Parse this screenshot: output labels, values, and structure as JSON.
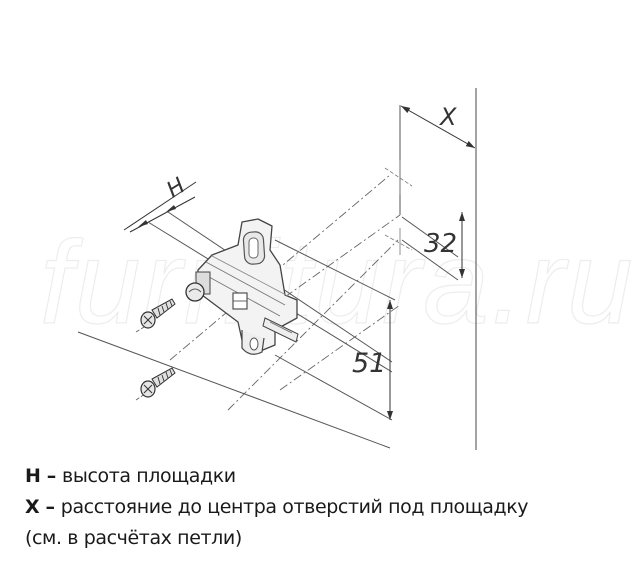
{
  "diagram": {
    "watermark": "furnitura.ru",
    "dimensions": {
      "x_label": "X",
      "h_label": "H",
      "hole_spacing": "32",
      "height_offset": "51"
    },
    "colors": {
      "line": "#555555",
      "part_fill": "#f2f2f2",
      "part_stroke": "#444444",
      "watermark": "#ededed"
    }
  },
  "legend": {
    "items": [
      {
        "key": "H",
        "dash": " – ",
        "text": "высота площадки"
      },
      {
        "key": "X",
        "dash": " – ",
        "text": "расстояние до центра отверстий под площадку"
      }
    ],
    "note": "(см. в расчётах петли)"
  }
}
